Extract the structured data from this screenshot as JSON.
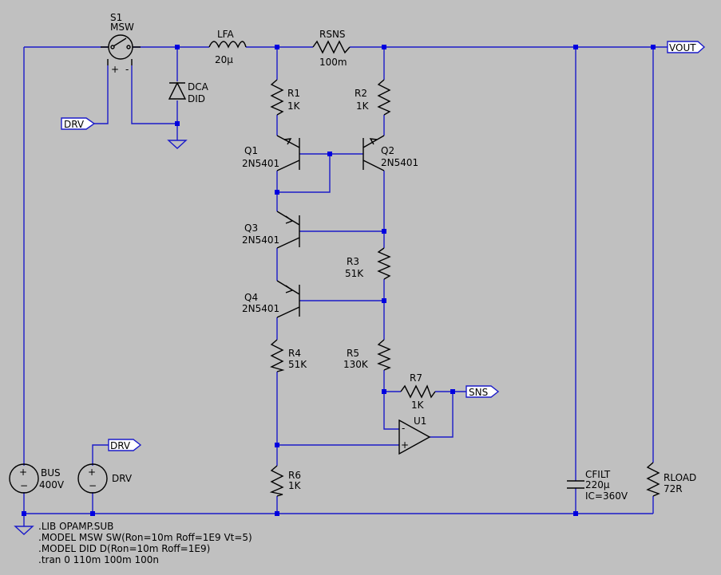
{
  "components": {
    "S1": {
      "name": "S1",
      "value": "MSW"
    },
    "LFA": {
      "name": "LFA",
      "value": "20µ"
    },
    "RSNS": {
      "name": "RSNS",
      "value": "100m"
    },
    "DCA": {
      "name": "DCA",
      "value": "DID"
    },
    "R1": {
      "name": "R1",
      "value": "1K"
    },
    "R2": {
      "name": "R2",
      "value": "1K"
    },
    "Q1": {
      "name": "Q1",
      "value": "2N5401"
    },
    "Q2": {
      "name": "Q2",
      "value": "2N5401"
    },
    "Q3": {
      "name": "Q3",
      "value": "2N5401"
    },
    "Q4": {
      "name": "Q4",
      "value": "2N5401"
    },
    "R3": {
      "name": "R3",
      "value": "51K"
    },
    "R4": {
      "name": "R4",
      "value": "51K"
    },
    "R5": {
      "name": "R5",
      "value": "130K"
    },
    "R6": {
      "name": "R6",
      "value": "1K"
    },
    "R7": {
      "name": "R7",
      "value": "1K"
    },
    "U1": {
      "name": "U1"
    },
    "BUS": {
      "name": "BUS",
      "value": "400V"
    },
    "DRV": {
      "name": "DRV"
    },
    "CFILT": {
      "name": "CFILT",
      "value": "220µ",
      "ic": "IC=360V"
    },
    "RLOAD": {
      "name": "RLOAD",
      "value": "72R"
    }
  },
  "flags": {
    "vout": "VOUT",
    "sns": "SNS",
    "drv_switch": "DRV",
    "drv_source": "DRV"
  },
  "switch_pins": {
    "plus": "+",
    "minus": "-"
  },
  "source_polarity": {
    "plus": "+",
    "minus": "−"
  },
  "opamp_pins": {
    "minus": "-",
    "plus": "+"
  },
  "directives": [
    ".LIB OPAMP.SUB",
    ".MODEL MSW SW(Ron=10m Roff=1E9 Vt=5)",
    ".MODEL DID D(Ron=10m Roff=1E9)",
    ".tran 0 110m 100m 100n"
  ],
  "colors": {
    "background": "#c0c0c0",
    "wire": "#1b1bc8",
    "component": "#000000",
    "junction": "#0000e0"
  }
}
